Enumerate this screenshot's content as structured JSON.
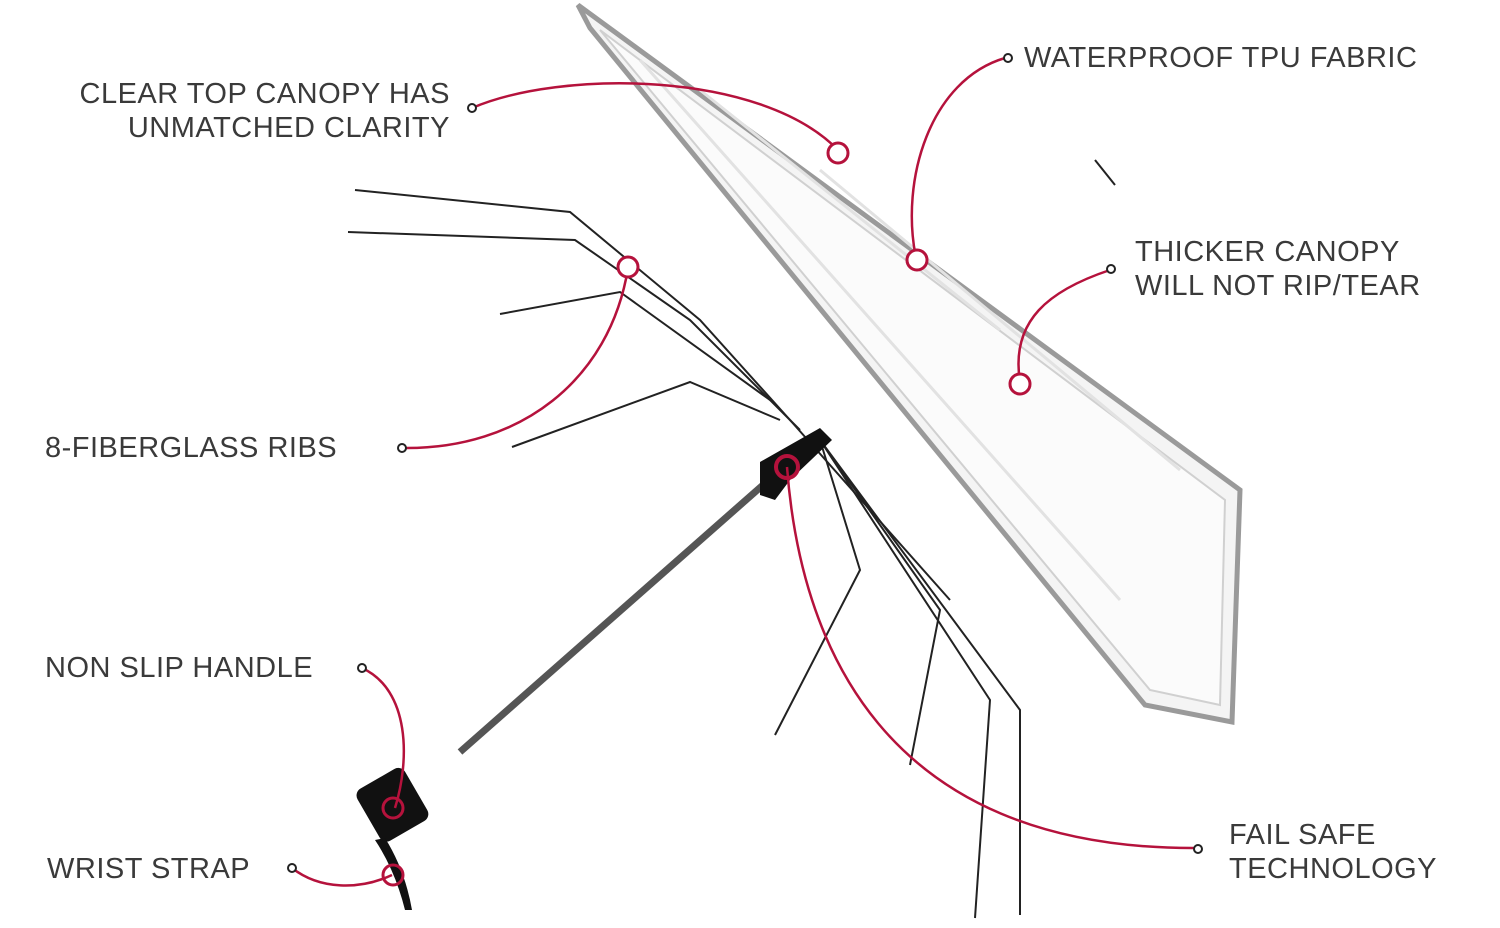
{
  "colors": {
    "accent": "#b5123c",
    "text": "#3a3a3a"
  },
  "callouts": {
    "clear_top_line1": "CLEAR TOP CANOPY HAS",
    "clear_top_line2": "UNMATCHED CLARITY",
    "waterproof": "WATERPROOF TPU FABRIC",
    "thicker_line1": "THICKER CANOPY",
    "thicker_line2": "WILL NOT RIP/TEAR",
    "ribs": "8-FIBERGLASS RIBS",
    "handle": "NON SLIP HANDLE",
    "strap": "WRIST STRAP",
    "failsafe_line1": "FAIL SAFE",
    "failsafe_line2": "TECHNOLOGY"
  }
}
